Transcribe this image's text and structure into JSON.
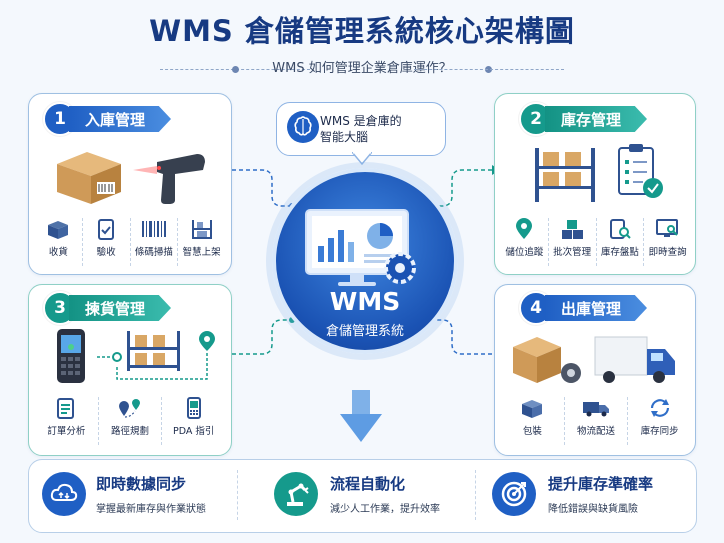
{
  "header": {
    "title": "WMS 倉儲管理系統核心架構圖",
    "subtitle": "WMS 如何管理企業倉庫運作？"
  },
  "center": {
    "bubble": "WMS 是倉庫的\n智能大腦",
    "title": "WMS",
    "subtitle": "倉儲管理系統"
  },
  "panels": {
    "inbound": {
      "number": "1",
      "title": "入庫管理",
      "items": [
        "收貨",
        "驗收",
        "條碼掃描",
        "智慧上架"
      ]
    },
    "inventory": {
      "number": "2",
      "title": "庫存管理",
      "items": [
        "儲位追蹤",
        "批次管理",
        "庫存盤點",
        "即時查詢"
      ]
    },
    "picking": {
      "number": "3",
      "title": "揀貨管理",
      "items": [
        "訂單分析",
        "路徑規劃",
        "PDA 指引"
      ]
    },
    "outbound": {
      "number": "4",
      "title": "出庫管理",
      "items": [
        "包裝",
        "物流配送",
        "庫存同步"
      ]
    }
  },
  "features": [
    {
      "title": "即時數據同步",
      "desc": "掌握最新庫存與作業狀態"
    },
    {
      "title": "流程自動化",
      "desc": "減少人工作業，提升效率"
    },
    {
      "title": "提升庫存準確率",
      "desc": "降低錯誤與缺貨風險"
    }
  ],
  "colors": {
    "primary_blue": "#1f5fc4",
    "teal": "#159a8c",
    "title_navy": "#173a82"
  }
}
